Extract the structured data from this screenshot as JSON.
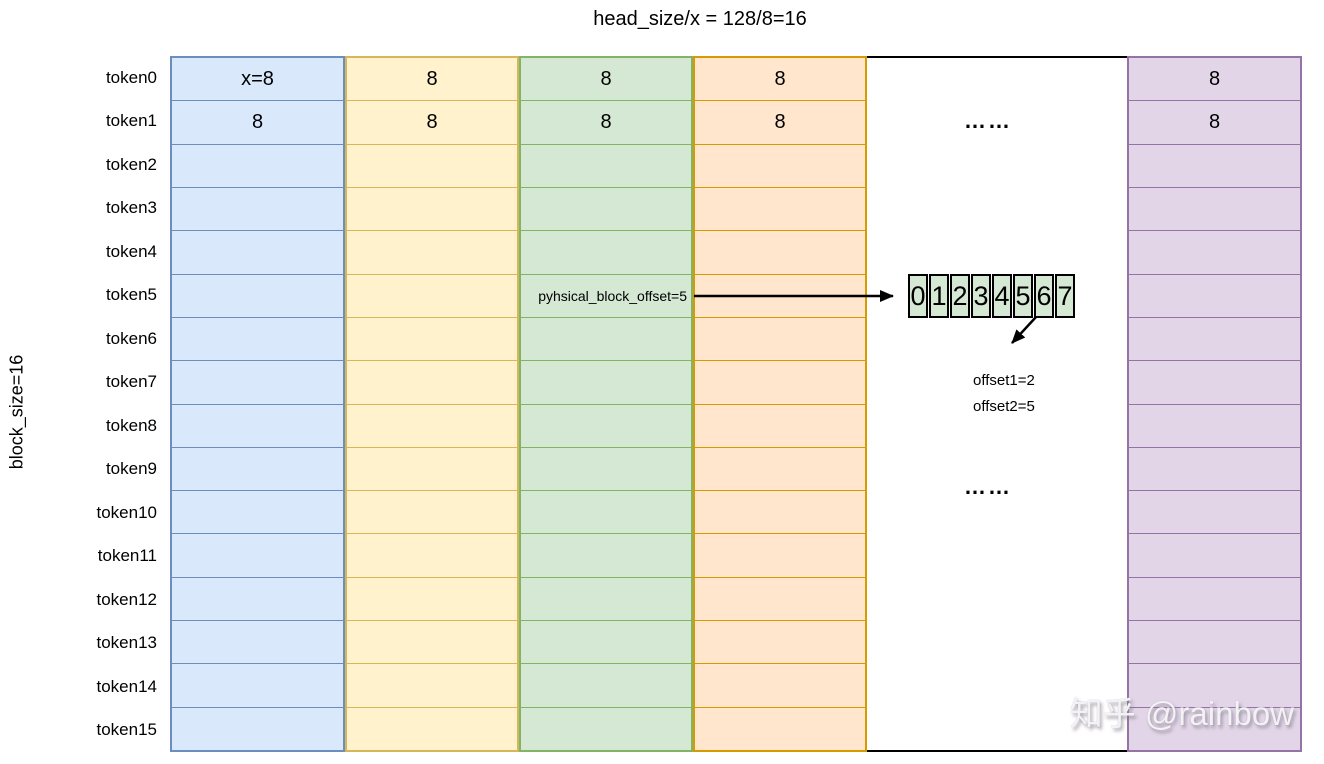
{
  "title": "head_size/x = 128/8=16",
  "axis": {
    "left_label": "block_size=16"
  },
  "tokens": [
    "token0",
    "token1",
    "token2",
    "token3",
    "token4",
    "token5",
    "token6",
    "token7",
    "token8",
    "token9",
    "token10",
    "token11",
    "token12",
    "token13",
    "token14",
    "token15"
  ],
  "grid": {
    "columns": [
      {
        "name": "blue",
        "fill": "#dae8fc",
        "border": "#6c8ebf",
        "cells": [
          "x=8",
          "8",
          "",
          "",
          "",
          "",
          "",
          "",
          "",
          "",
          "",
          "",
          "",
          "",
          "",
          ""
        ]
      },
      {
        "name": "yellow",
        "fill": "#fff2cc",
        "border": "#d6b656",
        "cells": [
          "8",
          "8",
          "",
          "",
          "",
          "",
          "",
          "",
          "",
          "",
          "",
          "",
          "",
          "",
          "",
          ""
        ]
      },
      {
        "name": "green",
        "fill": "#d5e8d4",
        "border": "#82b366",
        "cells": [
          "8",
          "8",
          "",
          "",
          "",
          "",
          "",
          "",
          "",
          "",
          "",
          "",
          "",
          "",
          "",
          ""
        ]
      },
      {
        "name": "orange",
        "fill": "#ffe6cc",
        "border": "#d79b00",
        "cells": [
          "8",
          "8",
          "",
          "",
          "",
          "",
          "",
          "",
          "",
          "",
          "",
          "",
          "",
          "",
          "",
          ""
        ]
      },
      {
        "name": "purple",
        "fill": "#e1d5e7",
        "border": "#9673a6",
        "cells": [
          "8",
          "8",
          "",
          "",
          "",
          "",
          "",
          "",
          "",
          "",
          "",
          "",
          "",
          "",
          "",
          ""
        ]
      }
    ],
    "gap_ellipsis_top": "……",
    "gap_ellipsis_bottom": "……"
  },
  "annotation": {
    "label": "pyhsical_block_offset=5"
  },
  "offset_array": {
    "fill": "#d5e8d4",
    "border": "#000000",
    "cells": [
      "0",
      "1",
      "2",
      "3",
      "4",
      "5",
      "6",
      "7"
    ]
  },
  "offsets": {
    "line1": "offset1=2",
    "line2": "offset2=5"
  },
  "watermark": "知乎 @rainbow",
  "colors": {
    "arrow": "#000000",
    "gap_border": "#000000"
  }
}
